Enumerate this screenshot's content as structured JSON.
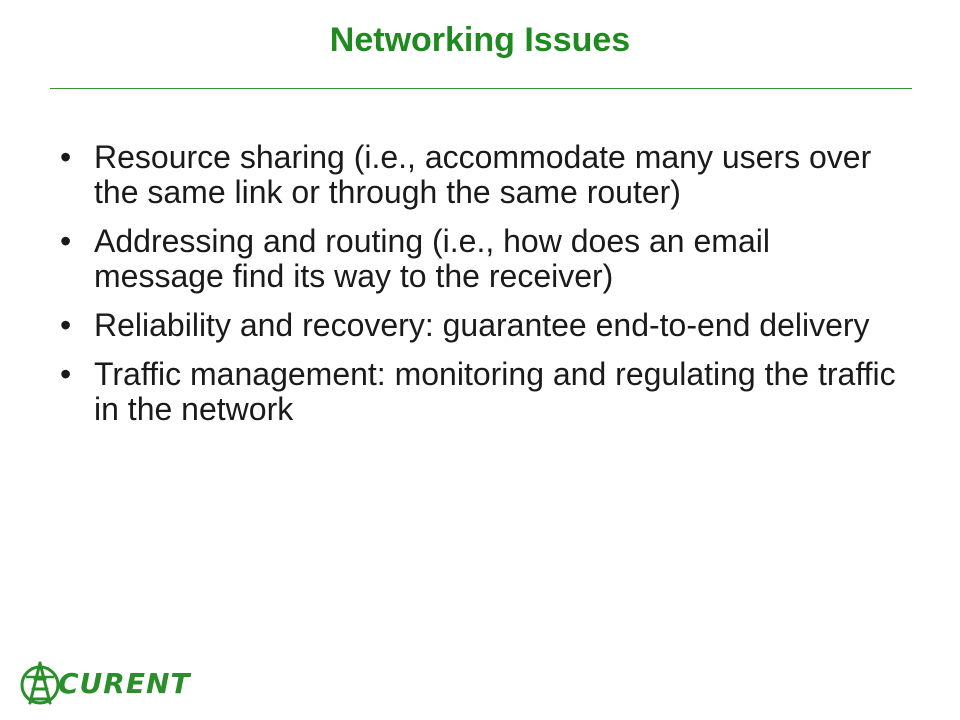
{
  "slide": {
    "title": "Networking Issues",
    "bullets": [
      "Resource sharing (i.e., accommodate many users over the same link or through the same router)",
      "Addressing and routing (i.e., how does an email message find its way to the receiver)",
      "Reliability and recovery: guarantee end-to-end delivery",
      "Traffic management: monitoring and regulating the traffic in the network"
    ],
    "bullet_glyph": "•"
  },
  "logo": {
    "text": "CURENT",
    "icon": "tower-globe-icon",
    "color": "#2a8f2a"
  },
  "colors": {
    "title": "#1f8a1f",
    "body_text": "#1a1a1a",
    "rule": "#3b8f3b"
  }
}
